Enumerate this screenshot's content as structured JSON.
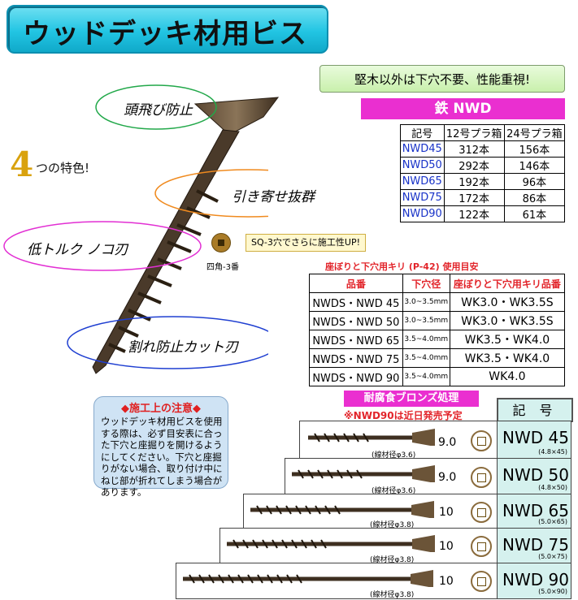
{
  "title": "ウッドデッキ材用ビス",
  "subtitle": "堅木以外は下穴不要、性能重視!",
  "features": {
    "number": "4",
    "label": "つの特色!",
    "items": [
      "頭飛び防止",
      "引き寄せ抜群",
      "低トルク ノコ刃",
      "割れ防止カット刃"
    ]
  },
  "sq": {
    "text": "SQ-3穴でさらに施工性UP!",
    "caption": "四角-3番"
  },
  "iron": {
    "header": "鉄 NWD",
    "columns": [
      "記号",
      "12号プラ箱",
      "24号プラ箱"
    ],
    "rows": [
      [
        "NWD45",
        "312本",
        "156本"
      ],
      [
        "NWD50",
        "292本",
        "146本"
      ],
      [
        "NWD65",
        "192本",
        "96本"
      ],
      [
        "NWD75",
        "172本",
        "86本"
      ],
      [
        "NWD90",
        "122本",
        "61本"
      ]
    ]
  },
  "drill": {
    "caption": "座ぼりと下穴用キリ (P-42) 使用目安",
    "columns": [
      "品番",
      "下穴径",
      "座ぼりと下穴用キリ品番"
    ],
    "rows": [
      [
        "NWDS・NWD 45",
        "3.0~3.5mm",
        "WK3.0・WK3.5S"
      ],
      [
        "NWDS・NWD 50",
        "3.0~3.5mm",
        "WK3.0・WK3.5S"
      ],
      [
        "NWDS・NWD 65",
        "3.5~4.0mm",
        "WK3.5・WK4.0"
      ],
      [
        "NWDS・NWD 75",
        "3.5~4.0mm",
        "WK3.5・WK4.0"
      ],
      [
        "NWDS・NWD 90",
        "3.5~4.0mm",
        "WK4.0"
      ]
    ]
  },
  "caution": {
    "title": "◆施工上の注意◆",
    "body": "ウッドデッキ材用ビスを使用する際は、必ず目安表に合った下穴と座掘りを開けるようにしてください。下穴と座掘りがない場合、取り付け中にねじ部が折れてしまう場合があります。"
  },
  "bronze": {
    "header": "耐腐食ブロンズ処理",
    "note": "※NWD90は近日発売予定",
    "code_header": "記 号",
    "rows": [
      {
        "wire": "(線材径φ3.6)",
        "len": "9.0",
        "code": "NWD 45",
        "dim": "(4.8×45)"
      },
      {
        "wire": "(線材径φ3.6)",
        "len": "9.0",
        "code": "NWD 50",
        "dim": "(4.8×50)"
      },
      {
        "wire": "(線材径φ3.8)",
        "len": "10",
        "code": "NWD 65",
        "dim": "(5.0×65)"
      },
      {
        "wire": "(線材径φ3.8)",
        "len": "10",
        "code": "NWD 75",
        "dim": "(5.0×75)"
      },
      {
        "wire": "(線材径φ3.8)",
        "len": "10",
        "code": "NWD 90",
        "dim": "(5.0×90)"
      }
    ]
  }
}
